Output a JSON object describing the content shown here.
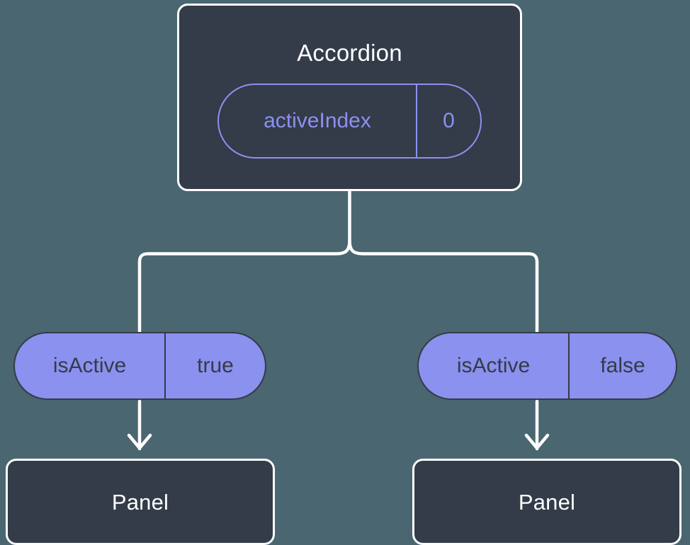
{
  "diagram": {
    "type": "component-state-tree",
    "background_color": "#4a6670",
    "node_fill_color": "#343b49",
    "node_border_color": "#ffffff",
    "accent_color": "#8b91ee",
    "connector_color": "#ffffff"
  },
  "root": {
    "title": "Accordion",
    "prop": {
      "key": "activeIndex",
      "value": "0"
    }
  },
  "branches": [
    {
      "prop": {
        "key": "isActive",
        "value": "true"
      },
      "child": {
        "title": "Panel"
      }
    },
    {
      "prop": {
        "key": "isActive",
        "value": "false"
      },
      "child": {
        "title": "Panel"
      }
    }
  ]
}
